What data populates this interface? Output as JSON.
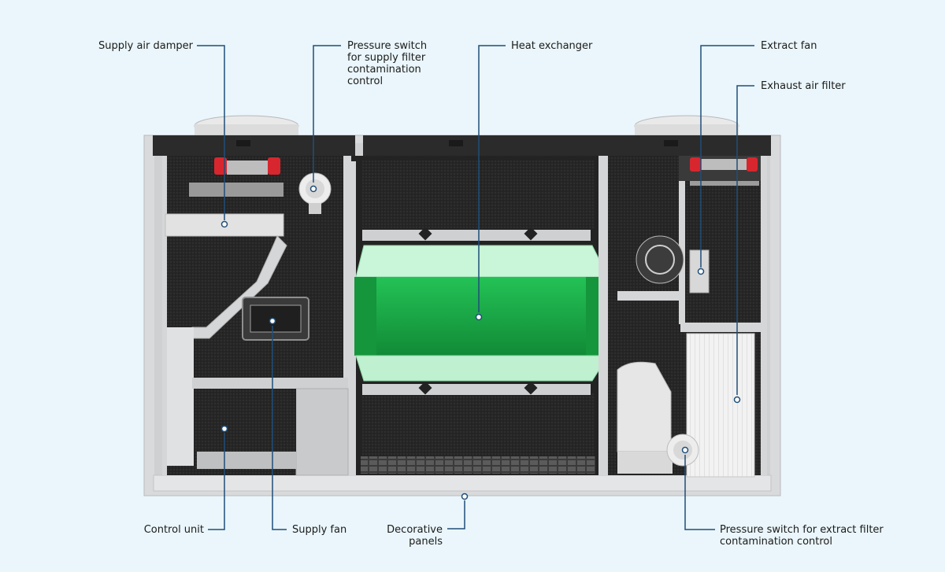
{
  "diagram": {
    "title": "Air handling unit internal components",
    "colors": {
      "background": "#eaf6fb",
      "leader": "#1f4e79",
      "heat_exchanger": "#1db34a",
      "casing": "#d9dadc",
      "top_panel": "#2b2b2b",
      "insulation": "#262626",
      "accent_red": "#d8262e"
    },
    "callouts": {
      "supply_air_damper": "Supply air damper",
      "pressure_switch_supply": "Pressure switch\nfor supply filter\ncontamination\ncontrol",
      "heat_exchanger": "Heat exchanger",
      "extract_fan": "Extract fan",
      "exhaust_air_filter": "Exhaust air filter",
      "control_unit": "Control unit",
      "supply_fan": "Supply fan",
      "decorative_panels": "Decorative\npanels",
      "pressure_switch_extract": "Pressure switch for extract filter\ncontamination control"
    }
  }
}
